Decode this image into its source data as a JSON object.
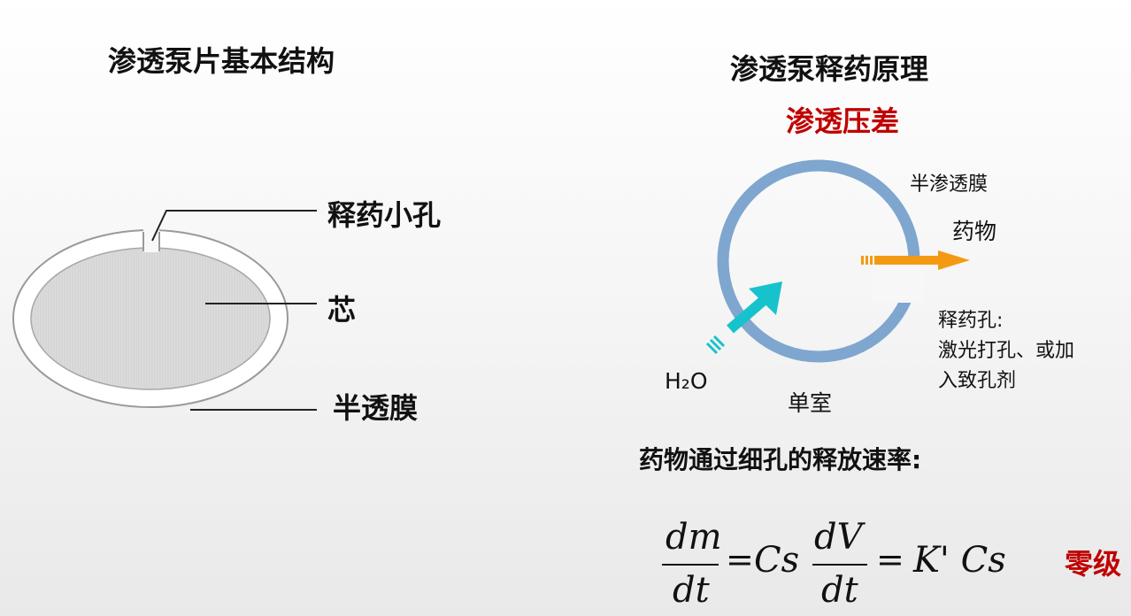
{
  "left": {
    "title": "渗透泵片基本结构",
    "labels": {
      "orifice": "释药小孔",
      "core": "芯",
      "membrane": "半透膜"
    }
  },
  "right": {
    "title": "渗透泵释药原理",
    "subtitle": "渗透压差",
    "labels": {
      "membrane": "半渗透膜",
      "drug": "药物",
      "orifice_title": "释药孔:",
      "orifice_line1": "激光打孔、或加",
      "orifice_line2": "入致孔剂",
      "water": "H₂O",
      "chamber": "单室"
    },
    "formula_title": "药物通过细孔的释放速率:",
    "formula": {
      "num1": "dm",
      "den1": "dt",
      "eq1": "=",
      "cs1": "Cs",
      "num2": "dV",
      "den2": "dt",
      "eq2": "=",
      "rhs": "K' Cs"
    },
    "order_label": "零级"
  },
  "colors": {
    "accent_red": "#c00000",
    "membrane_ring": "#7ea6cf",
    "water_arrow": "#16c3cc",
    "drug_arrow": "#f39a12"
  }
}
